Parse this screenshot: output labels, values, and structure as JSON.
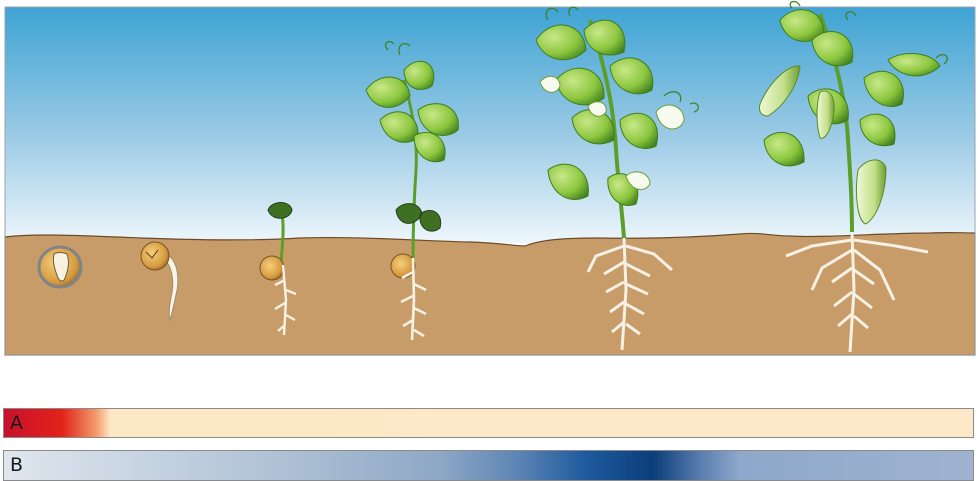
{
  "bars": {
    "a": {
      "label": "A"
    },
    "b": {
      "label": "B"
    }
  },
  "colors": {
    "sky_top": "#3ea3d3",
    "sky_bottom": "#e9f3f9",
    "soil": "#c79c68",
    "soil_line": "#6b4a2a",
    "leaf": "#8cc63e",
    "leaf_dark": "#3f7f1d",
    "seed": "#d8a24a",
    "root": "#ffffff",
    "bar_a_accent": "#e2231a",
    "bar_a_base": "#fde9c8",
    "bar_b_accent": "#0b3e7a",
    "bar_b_base": "#c4d1e1"
  },
  "stages": [
    "seed",
    "germinating-seed",
    "seedling",
    "young-plant",
    "flowering-plant",
    "fruiting-plant"
  ]
}
